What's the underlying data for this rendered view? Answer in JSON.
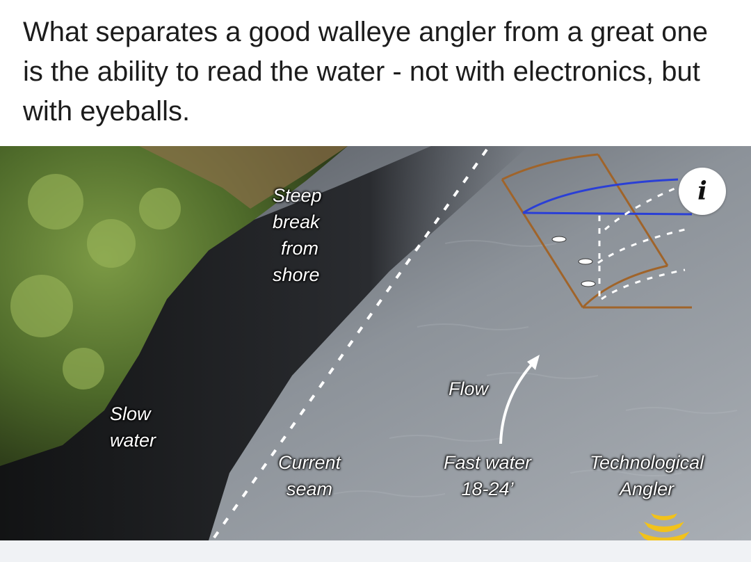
{
  "post": {
    "text": "What separates a good walleye angler from a great one is the ability to read the water - not with electronics, but with eyeballs."
  },
  "photo": {
    "labels": {
      "steep_break": [
        "Steep",
        "break",
        "from",
        "shore"
      ],
      "slow_water": [
        "Slow",
        "water"
      ],
      "flow": "Flow",
      "current_seam": [
        "Current",
        "seam"
      ],
      "fast_water": [
        "Fast water",
        "18-24’"
      ],
      "technological_angler": [
        "Technological",
        "Angler"
      ]
    },
    "info_button": {
      "icon": "info-icon",
      "glyph": "i"
    }
  },
  "colors": {
    "accent_blue": "#2a3fd6",
    "diagram_brown": "#a0642a",
    "sonar_yellow": "#f2c21a"
  }
}
